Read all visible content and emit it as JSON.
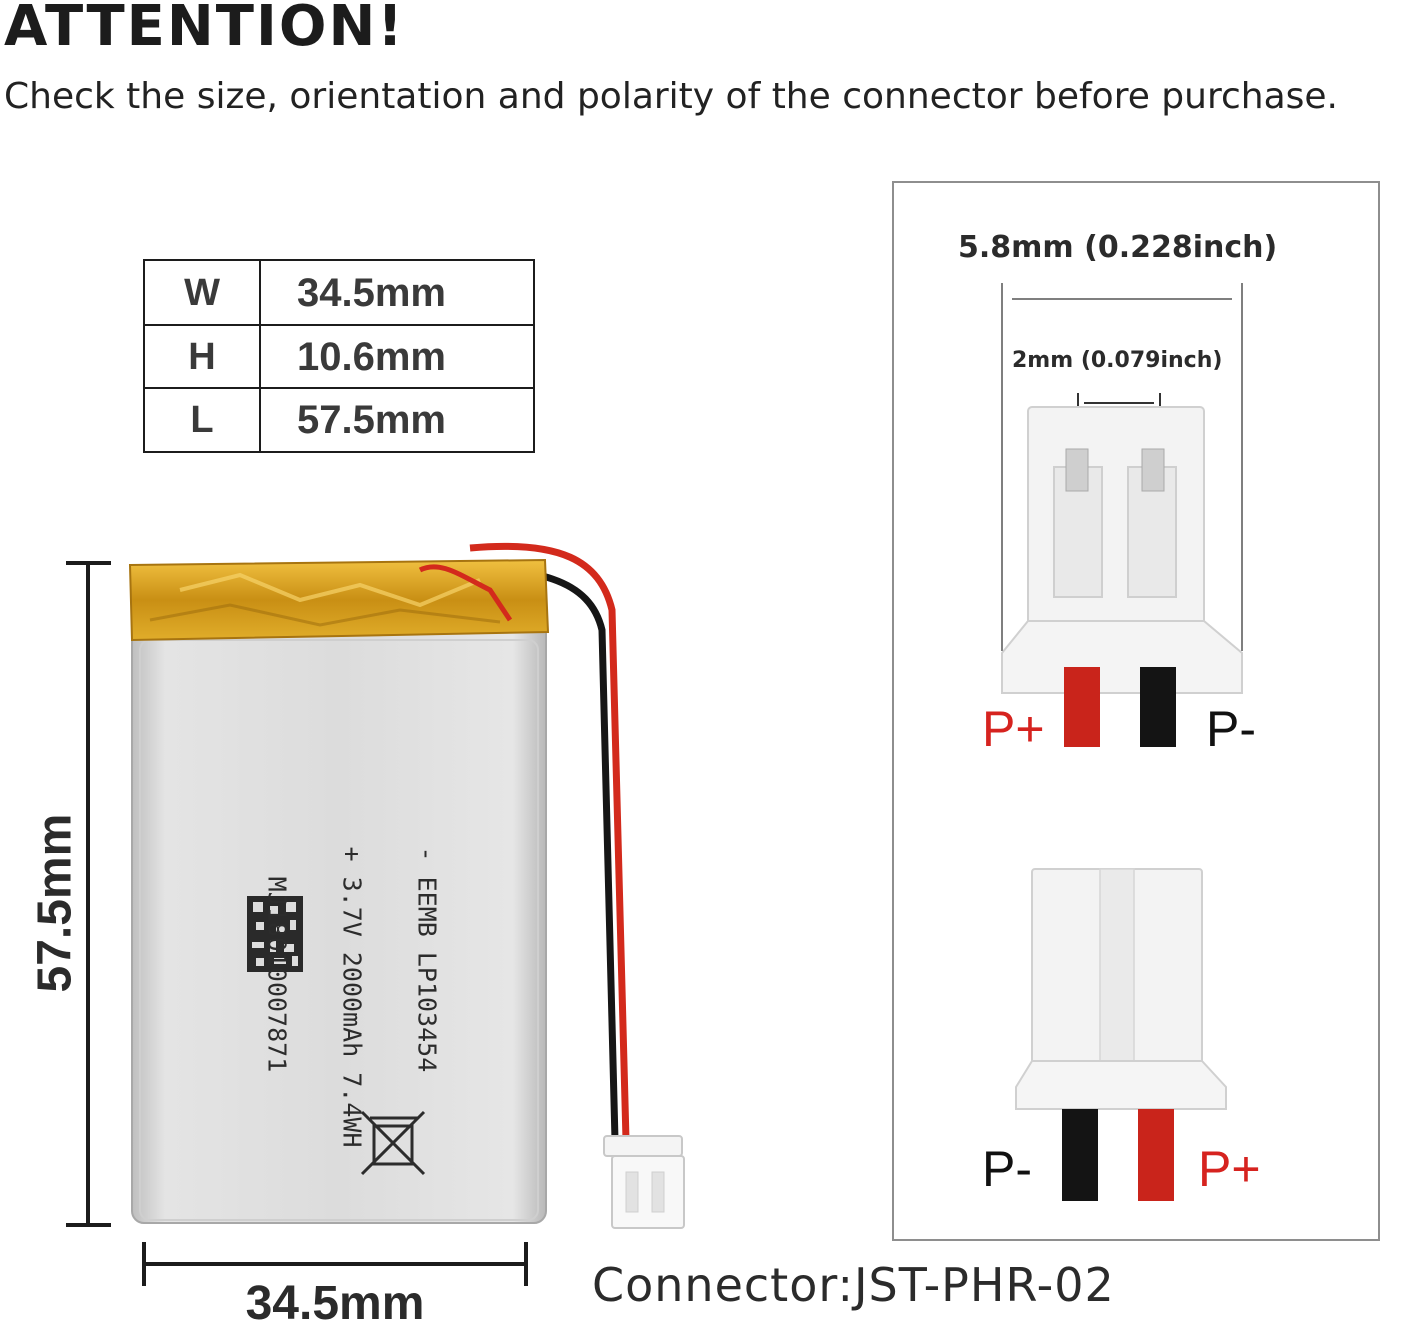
{
  "header": {
    "title": "ATTENTION!",
    "subtitle": "Check the size, orientation and polarity of the connector before purchase."
  },
  "dimensions_table": {
    "rows": [
      {
        "key": "W",
        "value": "34.5mm"
      },
      {
        "key": "H",
        "value": "10.6mm"
      },
      {
        "key": "L",
        "value": "57.5mm"
      }
    ]
  },
  "battery": {
    "length_label": "57.5mm",
    "width_label": "34.5mm",
    "printed_lines": [
      "- EEMB LP103454",
      "+ 3.7V 2000mAh 7.4WH",
      "  MJ18010007871"
    ],
    "colors": {
      "body": "#d9d9d9",
      "tape": "#d9a21b",
      "wire_red": "#d32a1c",
      "wire_black": "#161616"
    }
  },
  "connector": {
    "pitch_outer": "5.8mm (0.228inch)",
    "pitch_inner": "2mm (0.079inch)",
    "top_view": {
      "left": "P+",
      "right": "P-"
    },
    "bottom_view": {
      "left": "P-",
      "right": "P+"
    },
    "type_label": "Connector:JST-PHR-02"
  }
}
